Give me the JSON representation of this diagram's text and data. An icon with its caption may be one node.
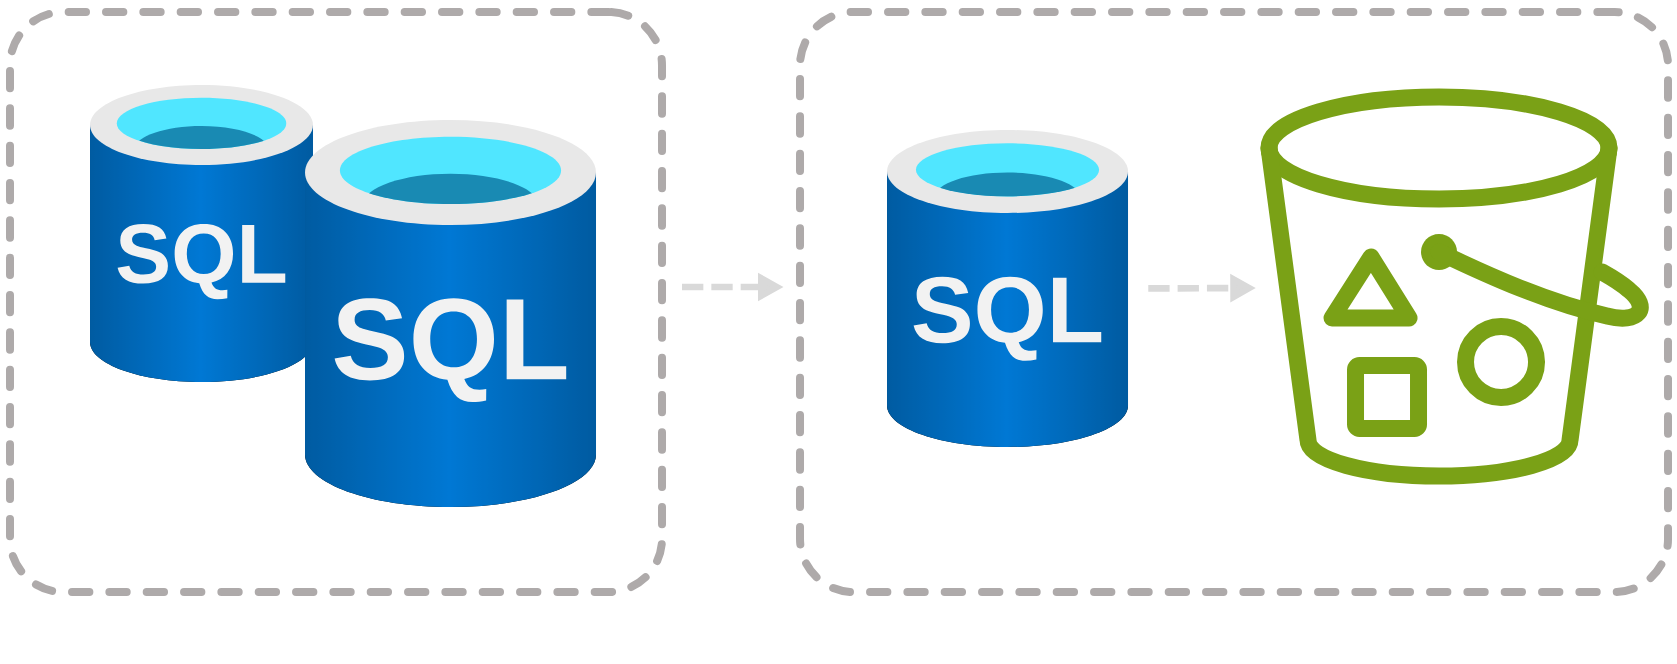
{
  "diagram": {
    "nodes": [
      {
        "text": [],
        "shape": "box"
      },
      {
        "text": [
          "SQL"
        ],
        "in": 0
      },
      {
        "text": [
          "SQL"
        ],
        "in": 0
      },
      {
        "text": [],
        "shape": "box"
      },
      {
        "text": [
          "SQL"
        ],
        "in": 3
      },
      {
        "text": [],
        "shape": "bucket",
        "in": 3
      }
    ],
    "edges": [
      {
        "from": 0,
        "to": 3,
        "arrow": "to",
        "style": "dashed"
      },
      {
        "from": 4,
        "to": 5,
        "arrow": "to",
        "style": "dashed"
      }
    ]
  }
}
